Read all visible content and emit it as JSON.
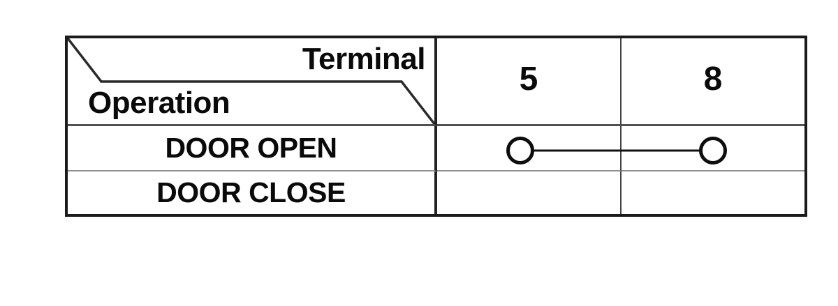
{
  "figure": {
    "type": "terminal-continuity-table",
    "corner": {
      "terminal_label": "Terminal",
      "operation_label": "Operation"
    },
    "terminal_columns": [
      "5",
      "8"
    ],
    "rows": [
      {
        "operation": "DOOR OPEN",
        "has_connection": true,
        "connected_terminals": "5-8"
      },
      {
        "operation": "DOOR CLOSE",
        "has_connection": false,
        "connected_terminals": ""
      }
    ],
    "colors": {
      "line": "#1b1b1b",
      "text": "#0a0a0a",
      "background": "#ffffff"
    }
  }
}
